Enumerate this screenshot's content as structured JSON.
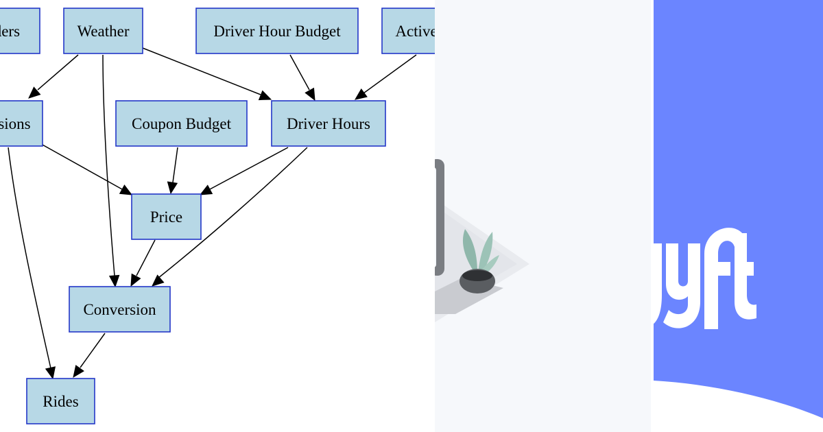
{
  "diagram": {
    "nodes": [
      {
        "id": "riders",
        "label": "Riders"
      },
      {
        "id": "weather",
        "label": "Weather"
      },
      {
        "id": "driver_hour_budget",
        "label": "Driver Hour Budget"
      },
      {
        "id": "active",
        "label": "Active"
      },
      {
        "id": "sessions",
        "label": "Sessions"
      },
      {
        "id": "coupon_budget",
        "label": "Coupon Budget"
      },
      {
        "id": "driver_hours",
        "label": "Driver Hours"
      },
      {
        "id": "price",
        "label": "Price"
      },
      {
        "id": "conversion",
        "label": "Conversion"
      },
      {
        "id": "rides",
        "label": "Rides"
      }
    ],
    "edges": [
      {
        "from": "weather",
        "to": "sessions"
      },
      {
        "from": "weather",
        "to": "conversion"
      },
      {
        "from": "weather",
        "to": "driver_hours"
      },
      {
        "from": "driver_hour_budget",
        "to": "driver_hours"
      },
      {
        "from": "active",
        "to": "driver_hours"
      },
      {
        "from": "sessions",
        "to": "price"
      },
      {
        "from": "sessions",
        "to": "rides"
      },
      {
        "from": "coupon_budget",
        "to": "price"
      },
      {
        "from": "driver_hours",
        "to": "price"
      },
      {
        "from": "driver_hours",
        "to": "conversion"
      },
      {
        "from": "price",
        "to": "conversion"
      },
      {
        "from": "conversion",
        "to": "rides"
      }
    ]
  },
  "colors": {
    "node_fill": "#b7d8e6",
    "node_border": "#2336c8",
    "edge": "#000000",
    "illustration_background": "#f6f8fb",
    "brand_background": "#6b85ff",
    "brand_logo": "#ffffff"
  },
  "icons": {
    "illustration": "potted-plant-illustration",
    "brand_logo": "lyft-logo-icon"
  }
}
